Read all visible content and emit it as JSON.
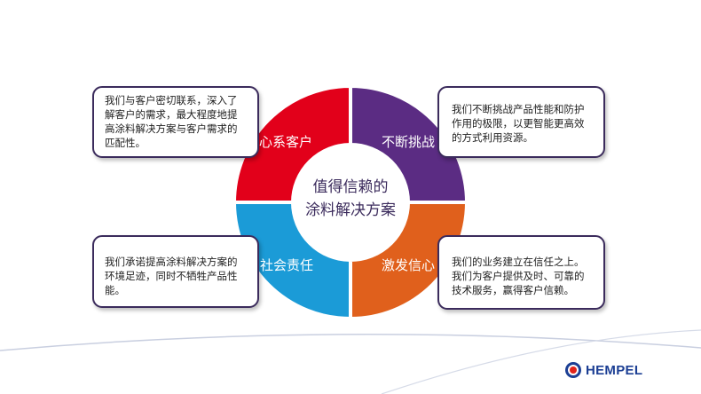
{
  "center_title": [
    "值得信赖的",
    "涂料解决方案"
  ],
  "quadrants": [
    {
      "label": "心系客户",
      "color": "#e2001a",
      "description": [
        "我们与客户密切联系，深入了",
        "解客户的需求，最大程度地提",
        "高涂料解决方案与客户需求的",
        "匹配性。"
      ]
    },
    {
      "label": "不断挑战",
      "color": "#5b2c83",
      "description": [
        "我们不断挑战产品性能和防护",
        "作用的极限，以更智能更高效",
        "的方式利用资源。"
      ]
    },
    {
      "label": "社会责任",
      "color": "#1b9bd7",
      "description": [
        "我们承诺提高涂料解决方案的",
        "环境足迹，同时不牺牲产品性",
        "能。"
      ]
    },
    {
      "label": "激发信心",
      "color": "#e0601c",
      "description": [
        "我们的业务建立在信任之上。",
        "我们为客户提供及时、可靠的",
        "技术服务，赢得客户信赖。"
      ]
    }
  ],
  "logo": {
    "text": "HEMPEL",
    "color": "#1c3f94"
  }
}
